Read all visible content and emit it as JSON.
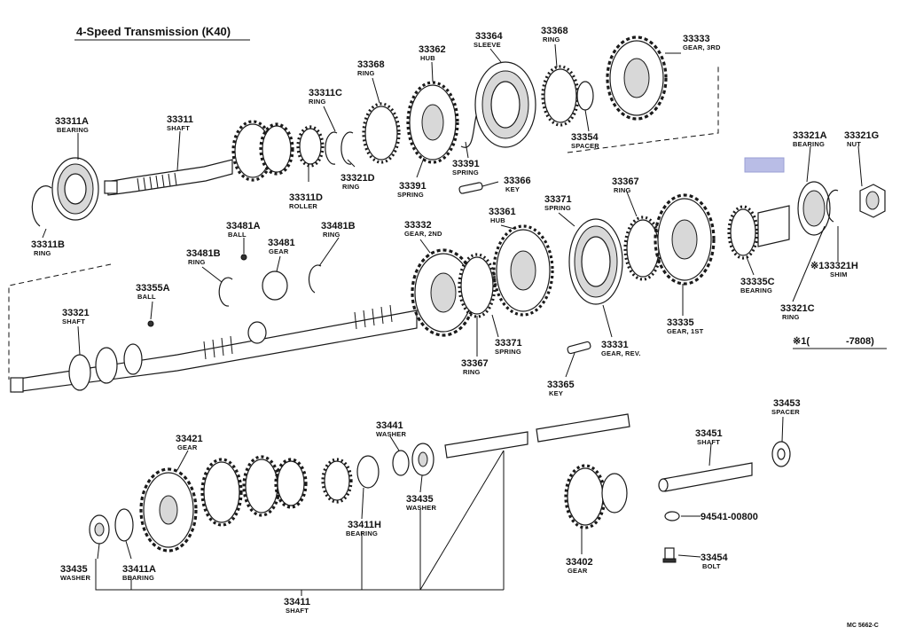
{
  "title": "4-Speed Transmission (K40)",
  "footer_code": "MC 5662-C",
  "note": {
    "mark": "※1(",
    "value": "-7808)"
  },
  "parts": [
    {
      "id": "p33311A",
      "number": "33311A",
      "name": "BEARING"
    },
    {
      "id": "p33311",
      "number": "33311",
      "name": "SHAFT"
    },
    {
      "id": "p33311B",
      "number": "33311B",
      "name": "RING"
    },
    {
      "id": "p33311C",
      "number": "33311C",
      "name": "RING"
    },
    {
      "id": "p33311D",
      "number": "33311D",
      "name": "ROLLER"
    },
    {
      "id": "p33321D",
      "number": "33321D",
      "name": "RING"
    },
    {
      "id": "p33368a",
      "number": "33368",
      "name": "RING"
    },
    {
      "id": "p33362",
      "number": "33362",
      "name": "HUB"
    },
    {
      "id": "p33391a",
      "number": "33391",
      "name": "SPRING"
    },
    {
      "id": "p33364",
      "number": "33364",
      "name": "SLEEVE"
    },
    {
      "id": "p33391b",
      "number": "33391",
      "name": "SPRING"
    },
    {
      "id": "p33368b",
      "number": "33368",
      "name": "RING"
    },
    {
      "id": "p33366",
      "number": "33366",
      "name": "KEY"
    },
    {
      "id": "p33354",
      "number": "33354",
      "name": "SPACER"
    },
    {
      "id": "p33333",
      "number": "33333",
      "name": "GEAR, 3RD"
    },
    {
      "id": "p33321A",
      "number": "33321A",
      "name": "BEARING"
    },
    {
      "id": "p33321G",
      "number": "33321G",
      "name": "NUT"
    },
    {
      "id": "p33481A",
      "number": "33481A",
      "name": "BALL"
    },
    {
      "id": "p33481B1",
      "number": "33481B",
      "name": "RING"
    },
    {
      "id": "p33481",
      "number": "33481",
      "name": "GEAR"
    },
    {
      "id": "p33481B2",
      "number": "33481B",
      "name": "RING"
    },
    {
      "id": "p33332",
      "number": "33332",
      "name": "GEAR, 2ND"
    },
    {
      "id": "p33361",
      "number": "33361",
      "name": "HUB"
    },
    {
      "id": "p33371a",
      "number": "33371",
      "name": "SPRING"
    },
    {
      "id": "p33367a",
      "number": "33367",
      "name": "RING"
    },
    {
      "id": "p33355A",
      "number": "33355A",
      "name": "BALL"
    },
    {
      "id": "p33321",
      "number": "33321",
      "name": "SHAFT"
    },
    {
      "id": "p33367b",
      "number": "33367",
      "name": "RING"
    },
    {
      "id": "p33371b",
      "number": "33371",
      "name": "SPRING"
    },
    {
      "id": "p33331",
      "number": "33331",
      "name": "GEAR, REV."
    },
    {
      "id": "p33365",
      "number": "33365",
      "name": "KEY"
    },
    {
      "id": "p33335",
      "number": "33335",
      "name": "GEAR, 1ST"
    },
    {
      "id": "p33335C",
      "number": "33335C",
      "name": "BEARING"
    },
    {
      "id": "p33321C",
      "number": "33321C",
      "name": "RING"
    },
    {
      "id": "p33321H",
      "number": "※133321H",
      "name": "SHIM"
    },
    {
      "id": "p33421",
      "number": "33421",
      "name": "GEAR"
    },
    {
      "id": "p33441",
      "number": "33441",
      "name": "WASHER"
    },
    {
      "id": "p33435a",
      "number": "33435",
      "name": "WASHER"
    },
    {
      "id": "p33435b",
      "number": "33435",
      "name": "WASHER"
    },
    {
      "id": "p33411A",
      "number": "33411A",
      "name": "BEARING"
    },
    {
      "id": "p33411H",
      "number": "33411H",
      "name": "BEARING"
    },
    {
      "id": "p33411",
      "number": "33411",
      "name": "SHAFT"
    },
    {
      "id": "p33402",
      "number": "33402",
      "name": "GEAR"
    },
    {
      "id": "p33453",
      "number": "33453",
      "name": "SPACER"
    },
    {
      "id": "p33451",
      "number": "33451",
      "name": "SHAFT"
    },
    {
      "id": "p94541",
      "number": "94541-00800",
      "name": ""
    },
    {
      "id": "p33454",
      "number": "33454",
      "name": "BOLT"
    }
  ]
}
